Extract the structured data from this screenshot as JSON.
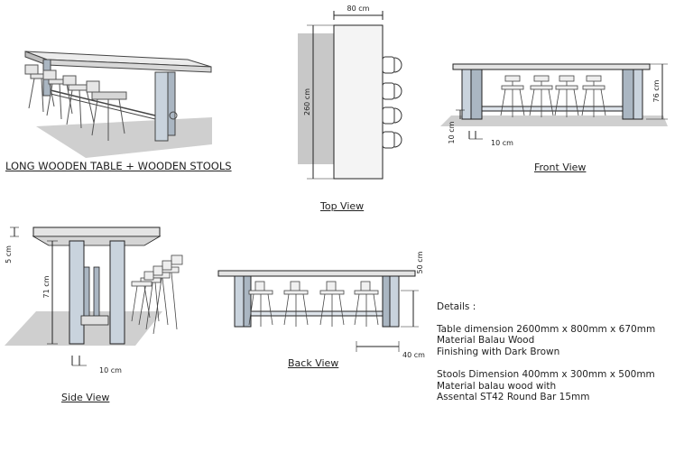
{
  "perspective": {
    "title": "LONG WOODEN TABLE + WOODEN STOOLS"
  },
  "top_view": {
    "title": "Top View",
    "width_label": "80 cm",
    "length_label": "260 cm"
  },
  "front_view": {
    "title": "Front View",
    "height_label": "76 cm",
    "leg_height_label": "10 cm",
    "leg_width_label": "10 cm"
  },
  "side_view": {
    "title": "Side View",
    "top_thickness_label": "5 cm",
    "leg_height_label": "71 cm",
    "foot_label": "10 cm"
  },
  "back_view": {
    "title": "Back View",
    "stool_height_label": "50 cm",
    "stool_width_label": "40 cm"
  },
  "details": {
    "heading": "Details :",
    "lines": [
      "Table dimension 2600mm x 800mm x 670mm",
      "Material Balau Wood",
      "Finishing with Dark Brown",
      "Stools Dimension 400mm x 300mm x 500mm",
      "Material balau wood with",
      "Assental ST42 Round Bar 15mm"
    ]
  },
  "colors": {
    "wood_top": "#e4e4e4",
    "leg": "#c9d3dd",
    "shadow": "#c8c8c8",
    "line": "#222222"
  }
}
